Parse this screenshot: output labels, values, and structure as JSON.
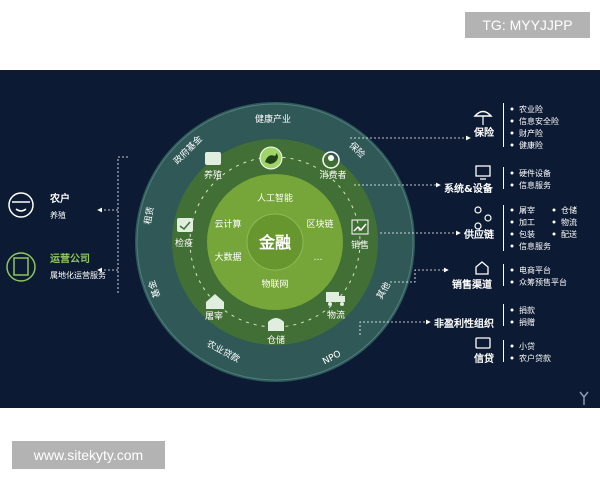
{
  "watermark_top": "TG: MYYJJPP",
  "watermark_bottom": "www.sitekyty.com",
  "center_label": "金融",
  "inner_ring": [
    "人工智能",
    "区块链",
    "云计算",
    "大数据",
    "…",
    "物联网"
  ],
  "middle_ring": [
    "健康产业",
    "养殖",
    "消费者",
    "检疫",
    "销售",
    "屠宰",
    "物流",
    "仓储"
  ],
  "outer_ring": [
    "政府基金",
    "保险",
    "租赁",
    "基金",
    "其他",
    "农业贷款",
    "NPO"
  ],
  "left_actors": [
    {
      "title": "农户",
      "subtitle": "养殖",
      "icon": "farmer-icon"
    },
    {
      "title": "运营公司",
      "subtitle": "属地化运营服务",
      "icon": "building-icon"
    }
  ],
  "right_groups": [
    {
      "title": "保险",
      "icon": "umbrella-icon",
      "items": [
        "农业险",
        "信息安全险",
        "财产险",
        "健康险"
      ]
    },
    {
      "title": "系统&设备",
      "icon": "monitor-icon",
      "items": [
        "硬件设备",
        "信息服务"
      ]
    },
    {
      "title": "供应链",
      "icon": "network-icon",
      "items": [
        "屠宰",
        "仓储",
        "加工",
        "物流",
        "包装",
        "配送",
        "信息服务"
      ]
    },
    {
      "title": "销售渠道",
      "icon": "shop-icon",
      "items": [
        "电商平台",
        "众筹预售平台"
      ]
    },
    {
      "title": "非盈利性组织",
      "icon": "",
      "items": [
        "捐款",
        "捐赠"
      ]
    },
    {
      "title": "信贷",
      "icon": "card-icon",
      "items": [
        "小贷",
        "农户贷款"
      ]
    }
  ],
  "colors": {
    "background": "#0c1b33",
    "outer_ring": "#3c6a6e",
    "middle_ring": "#4f8436",
    "inner_ring": "#7ca73a",
    "accent": "#8fc45c"
  }
}
